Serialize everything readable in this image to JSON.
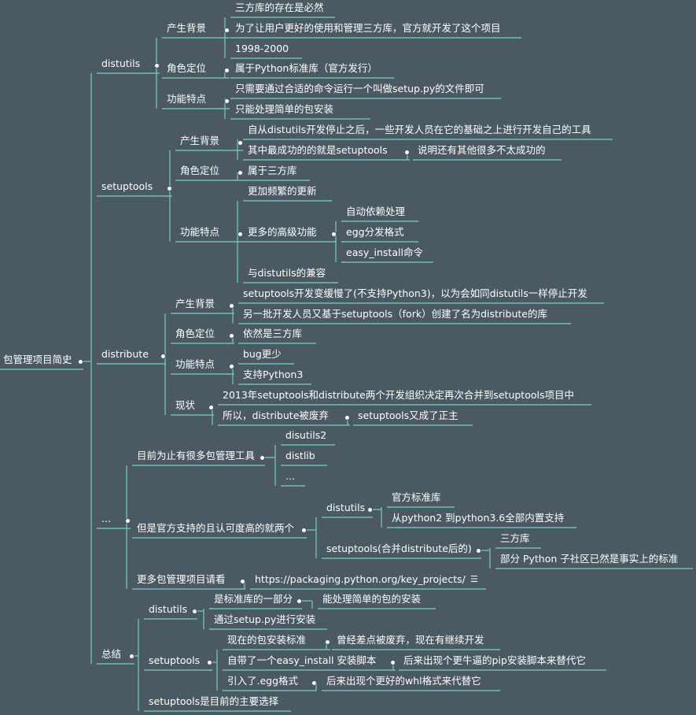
{
  "root": {
    "label": "包管理项目简史",
    "children": [
      {
        "label": "distutils",
        "children": [
          {
            "label": "产生背景",
            "children": [
              {
                "label": "三方库的存在是必然"
              },
              {
                "label": "为了让用户更好的使用和管理三方库，官方就开发了这个项目"
              },
              {
                "label": "1998-2000"
              }
            ]
          },
          {
            "label": "角色定位",
            "children": [
              {
                "label": "属于Python标准库（官方发行）"
              }
            ]
          },
          {
            "label": "功能特点",
            "children": [
              {
                "label": "只需要通过合适的命令运行一个叫做setup.py的文件即可"
              },
              {
                "label": "只能处理简单的包安装"
              }
            ]
          }
        ]
      },
      {
        "label": "setuptools",
        "children": [
          {
            "label": "产生背景",
            "children": [
              {
                "label": "自从distutils开发停止之后，一些开发人员在它的基础之上进行开发自己的工具"
              },
              {
                "label": "其中最成功的的就是setuptools",
                "children": [
                  {
                    "label": "说明还有其他很多不太成功的"
                  }
                ]
              }
            ]
          },
          {
            "label": "角色定位",
            "children": [
              {
                "label": "属于三方库"
              }
            ]
          },
          {
            "label": "功能特点",
            "children": [
              {
                "label": "更加频繁的更新"
              },
              {
                "label": "更多的高级功能",
                "children": [
                  {
                    "label": "自动依赖处理"
                  },
                  {
                    "label": "egg分发格式"
                  },
                  {
                    "label": "easy_install命令"
                  }
                ]
              },
              {
                "label": "与distutils的兼容"
              }
            ]
          }
        ]
      },
      {
        "label": "distribute",
        "children": [
          {
            "label": "产生背景",
            "children": [
              {
                "label": "setuptools开发变缓慢了(不支持Python3)，以为会如同distutils一样停止开发"
              },
              {
                "label": "另一批开发人员又基于setuptools（fork）创建了名为distribute的库"
              }
            ]
          },
          {
            "label": "角色定位",
            "children": [
              {
                "label": "依然是三方库"
              }
            ]
          },
          {
            "label": "功能特点",
            "children": [
              {
                "label": "bug更少"
              },
              {
                "label": "支持Python3"
              }
            ]
          },
          {
            "label": "现状",
            "children": [
              {
                "label": "2013年setuptools和distribute两个开发组织决定再次合并到setuptools项目中"
              },
              {
                "label": "所以，distribute被废弃",
                "children": [
                  {
                    "label": "setuptools又成了正主"
                  }
                ]
              }
            ]
          }
        ]
      },
      {
        "label": "...",
        "children": [
          {
            "label": "目前为止有很多包管理工具",
            "children": [
              {
                "label": "disutils2"
              },
              {
                "label": "distlib"
              },
              {
                "label": "..."
              }
            ]
          },
          {
            "label": "但是官方支持的且认可度高的就两个",
            "children": [
              {
                "label": "distutils",
                "children": [
                  {
                    "label": "官方标准库"
                  },
                  {
                    "label": "从python2 到python3.6全部内置支持"
                  }
                ]
              },
              {
                "label": "setuptools(合并distribute后的)",
                "children": [
                  {
                    "label": "三方库"
                  },
                  {
                    "label": "部分 Python 子社区已然是事实上的标准"
                  }
                ]
              }
            ]
          },
          {
            "label": "更多包管理项目请看",
            "children": [
              {
                "label": "https://packaging.python.org/key_projects/",
                "note": true
              }
            ]
          }
        ]
      },
      {
        "label": "总结",
        "children": [
          {
            "label": "distutils",
            "children": [
              {
                "label": "是标准库的一部分",
                "children": [
                  {
                    "label": "能处理简单的包的安装"
                  }
                ]
              },
              {
                "label": "通过setup.py进行安装"
              }
            ]
          },
          {
            "label": "setuptools",
            "children": [
              {
                "label": "现在的包安装标准",
                "children": [
                  {
                    "label": "曾经差点被废弃，现在有继续开发"
                  }
                ]
              },
              {
                "label": "自带了一个easy_install 安装脚本",
                "children": [
                  {
                    "label": "后来出现个更牛逼的pip安装脚本来替代它"
                  }
                ]
              },
              {
                "label": "引入了.egg格式",
                "children": [
                  {
                    "label": "后来出现个更好的whl格式来代替它"
                  }
                ]
              }
            ]
          },
          {
            "label": "setuptools是目前的主要选择"
          }
        ]
      }
    ]
  },
  "colors": {
    "background": "#4b5962",
    "line": "#6fbfb4",
    "text": "#ffffff",
    "dot": "#ffffff"
  },
  "icons": {
    "note": "note-icon"
  }
}
